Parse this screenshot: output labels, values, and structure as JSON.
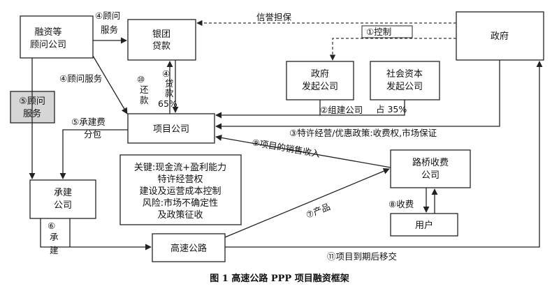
{
  "nodes": {
    "consulting": [
      "融资等",
      "顾问公司"
    ],
    "bank": [
      "银团",
      "贷款"
    ],
    "government": [
      "政府"
    ],
    "gov_company": [
      "政府",
      "发起公司"
    ],
    "social_capital": [
      "社会资本",
      "发起公司"
    ],
    "consult_service": [
      "⑤顾问",
      "服务"
    ],
    "project_company": [
      "项目公司"
    ],
    "contractor": [
      "承建",
      "公司"
    ],
    "toll_company": [
      "路桥收费",
      "公司"
    ],
    "user": [
      "用户"
    ],
    "highway": [
      "高速公路"
    ],
    "key_points": [
      "关键:现金流+盈利能力",
      "特许经营权",
      "建设及运营成本控制",
      "风险:市场不确定性",
      "及政策征收"
    ]
  },
  "edges": {
    "credit_guarantee": "信誉担保",
    "control": "①控制",
    "consulting_service_top": [
      "④顾问",
      "服务"
    ],
    "consulting_service_mid": "④顾问服务",
    "repay": [
      "⑩",
      "还",
      "款"
    ],
    "loan": [
      "④",
      "贷",
      "款",
      "65%"
    ],
    "form_company": "②组建公司",
    "share_35": "占 35%",
    "franchise": "③特许经营/优惠政策:收费权,市场保证",
    "construction_fee": [
      "⑤承建费",
      "分包"
    ],
    "sales_income": "⑨项目的销售收入",
    "product": "⑦产品",
    "toll": "⑧收费",
    "contract_build": [
      "⑥",
      "承",
      "建"
    ],
    "transfer": "⑪项目到期后移交"
  },
  "caption": "图 1   高速公路 PPP 项目融资框架"
}
